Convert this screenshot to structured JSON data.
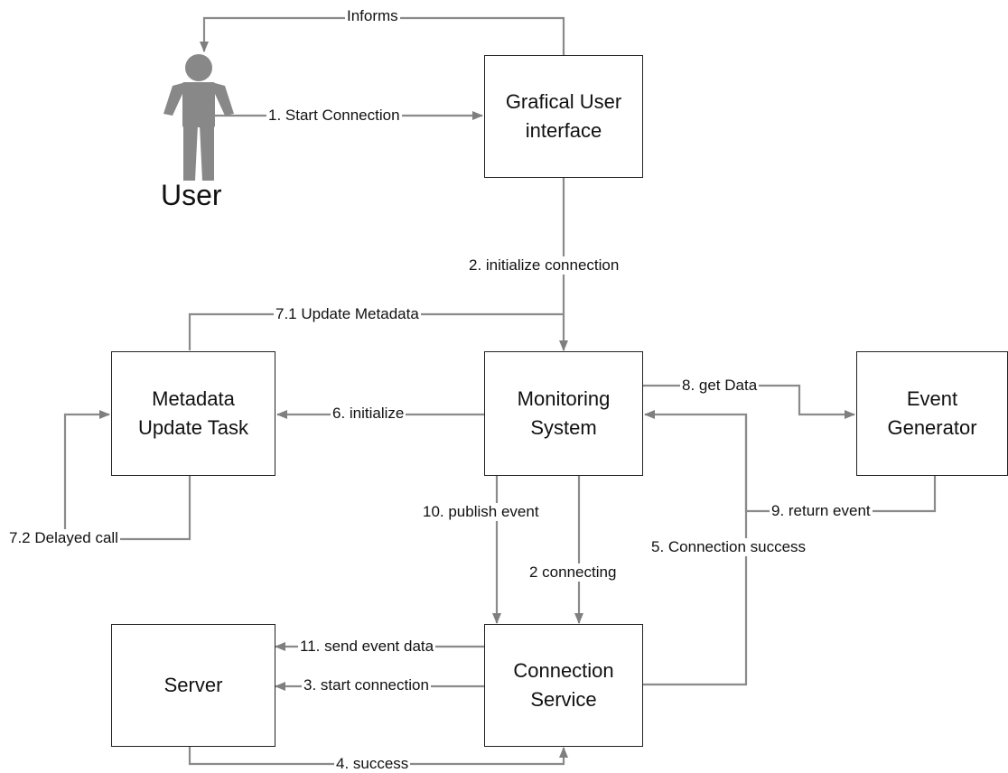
{
  "actor": {
    "label": "User",
    "icon": "user-figure-icon",
    "color": "#888888"
  },
  "boxes": {
    "gui": "Grafical User\ninterface",
    "monitoring": "Monitoring\nSystem",
    "metadata": "Metadata\nUpdate Task",
    "event_generator": "Event\nGenerator",
    "server": "Server",
    "connection_service": "Connection\nService"
  },
  "edges": {
    "informs": "Informs",
    "start_connection": "1. Start Connection",
    "initialize_connection": "2. initialize connection",
    "update_metadata": "7.1 Update Metadata",
    "initialize": "6. initialize",
    "get_data": "8. get Data",
    "delayed_call": "7.2 Delayed call",
    "publish_event": "10. publish event",
    "return_event": "9. return event",
    "connection_success": "5. Connection success",
    "connecting": "2 connecting",
    "send_event_data": "11. send event data",
    "start_connection_server": "3. start connection",
    "success": "4. success"
  }
}
